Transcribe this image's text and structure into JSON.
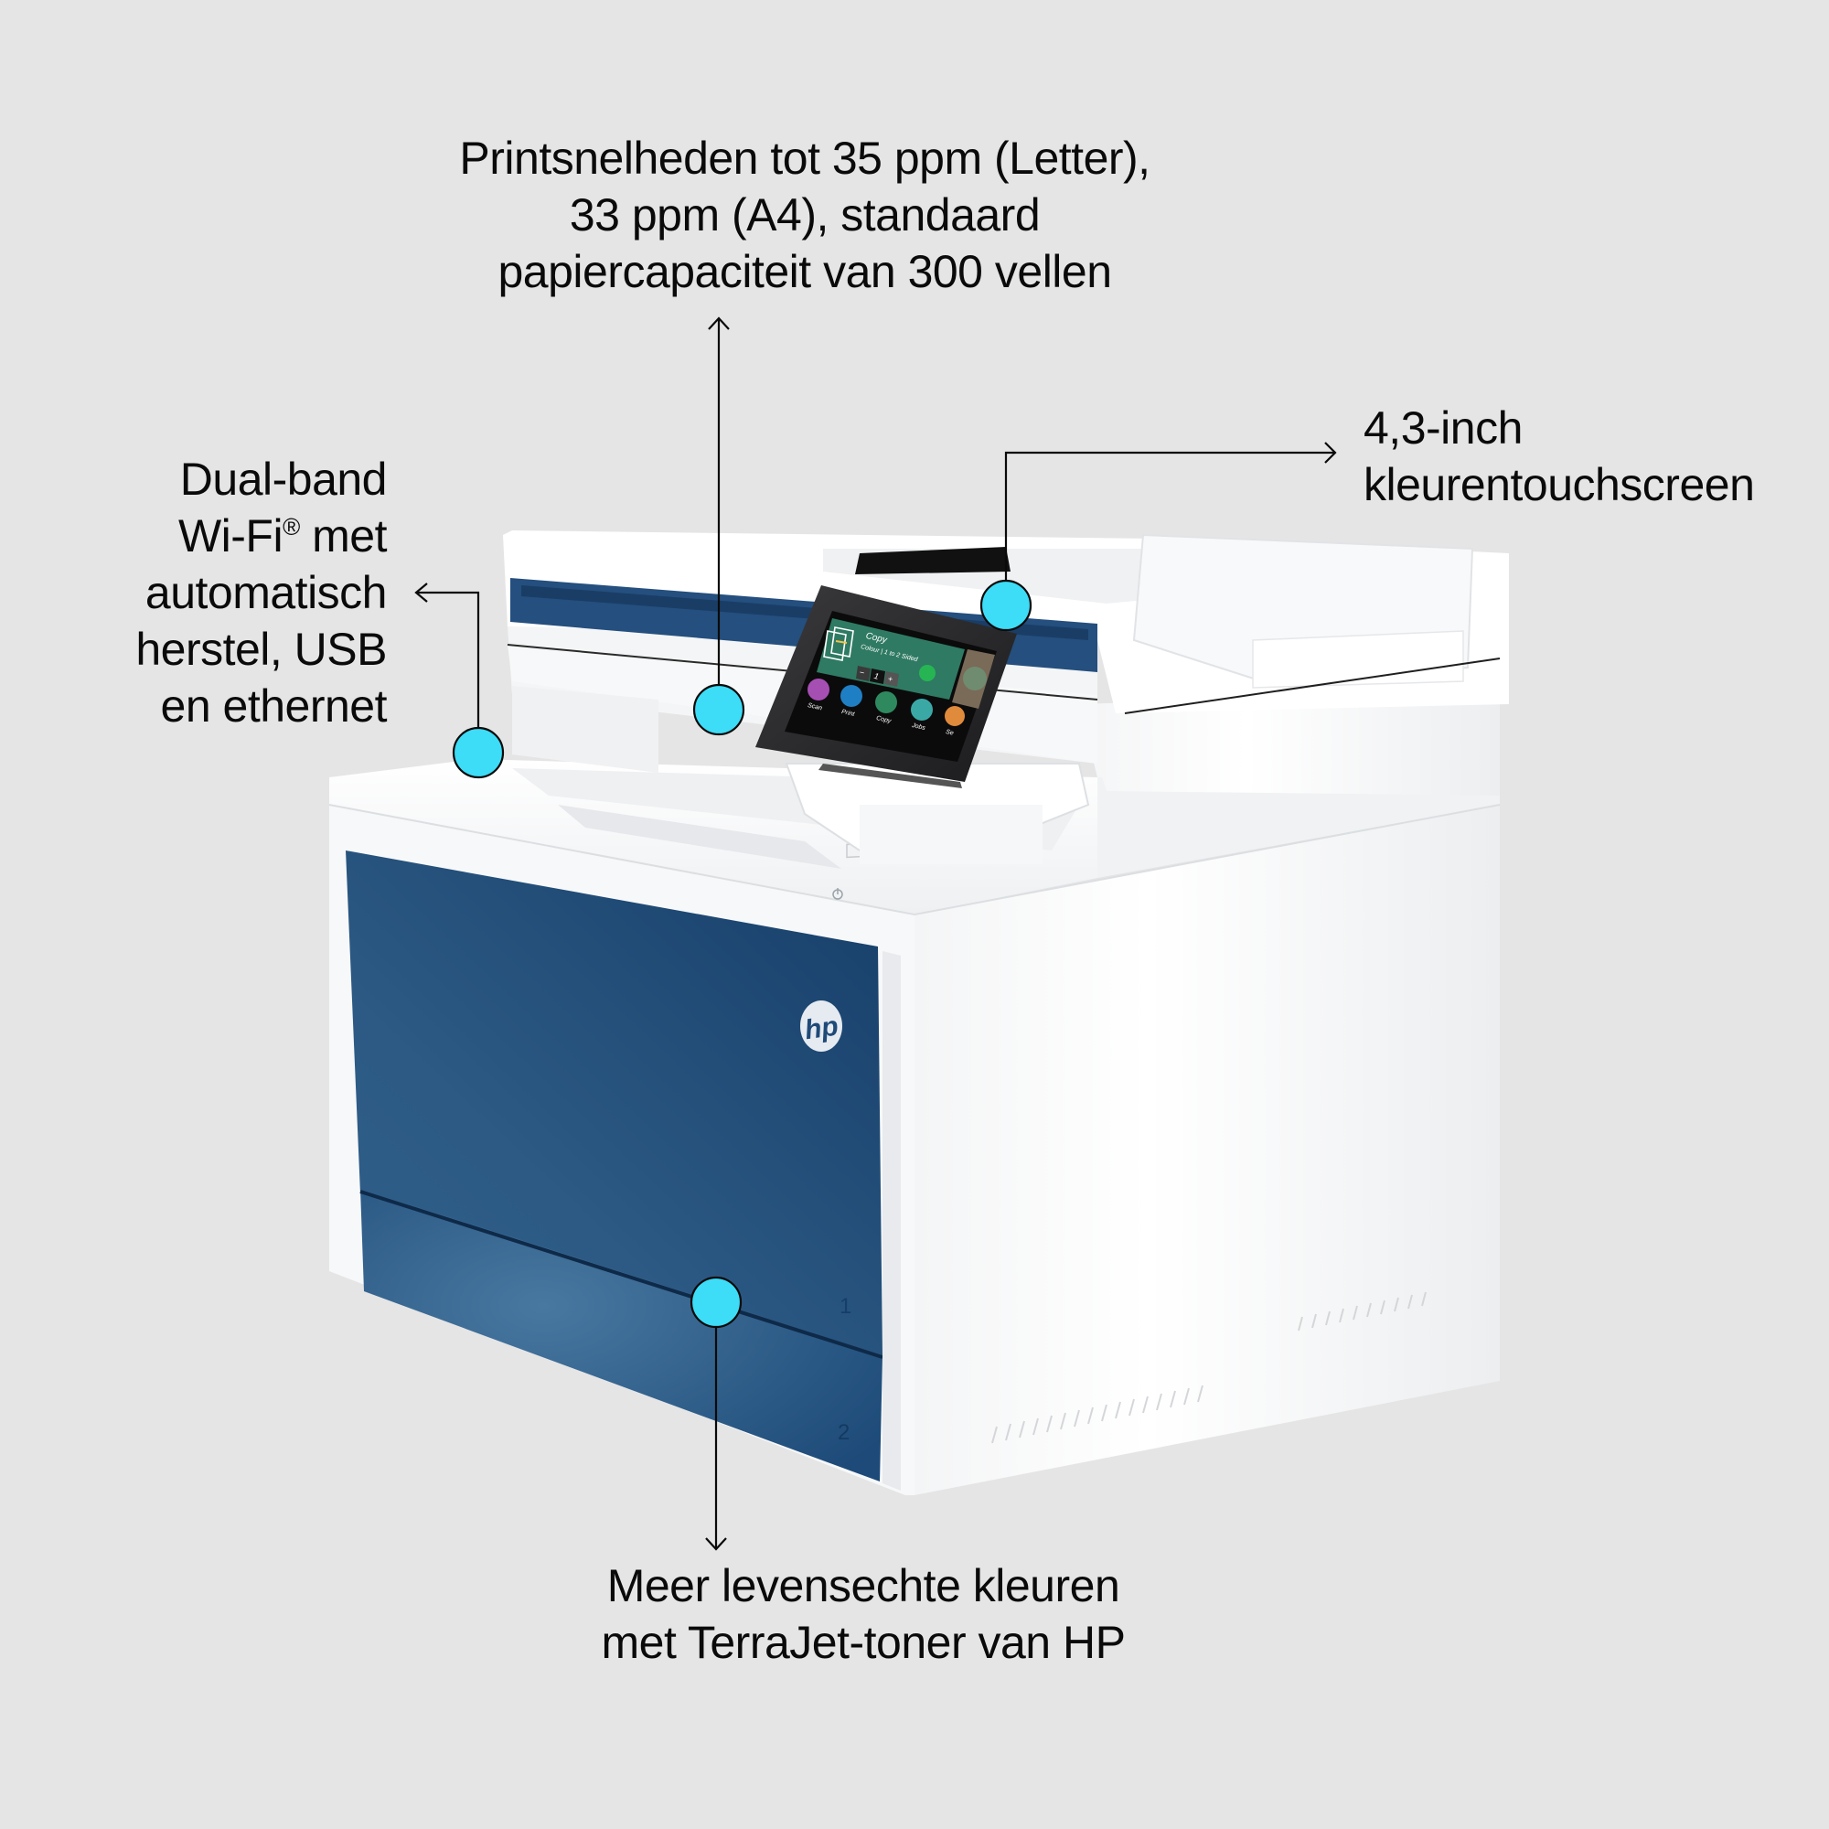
{
  "product": {
    "brand_logo": "hp",
    "tray_numbers": [
      "1",
      "2"
    ],
    "colors": {
      "background": "#e5e5e5",
      "body_white": "#ffffff",
      "body_shadow": "#d9dbde",
      "blue_panel": "#1d4877",
      "blue_panel_light": "#3e6d96",
      "callout_dot": "#3ddcf7",
      "callout_line": "#0a0a0a",
      "screen_bezel": "#2b2b2d"
    }
  },
  "touchscreen": {
    "card_title": "Copy",
    "card_subtitle": "Colour | 1 to 2 Sided",
    "minus": "−",
    "copies": "1",
    "plus": "+",
    "apps": [
      {
        "label": "Scan",
        "icon": "scan-icon",
        "color": "#a64fb3"
      },
      {
        "label": "Print",
        "icon": "print-icon",
        "color": "#1f7fc4"
      },
      {
        "label": "Copy",
        "icon": "copy-icon",
        "color": "#2e8a5e"
      },
      {
        "label": "Jobs",
        "icon": "jobs-icon",
        "color": "#3aa9a6"
      },
      {
        "label": "Se",
        "icon": "settings-icon",
        "color": "#e08a3c"
      }
    ]
  },
  "callouts": {
    "top": {
      "lines": [
        "Printsnelheden tot 35 ppm (Letter),",
        "33 ppm (A4), standaard",
        "papiercapaciteit van 300 vellen"
      ]
    },
    "left": {
      "lines": [
        "Dual-band",
        "Wi-Fi",
        "®",
        " met",
        "automatisch",
        "herstel, USB",
        "en ethernet"
      ]
    },
    "right": {
      "lines": [
        "4,3-inch",
        "kleurentouchscreen"
      ]
    },
    "bottom": {
      "lines": [
        "Meer levensechte kleuren",
        "met TerraJet-toner van HP"
      ]
    }
  }
}
